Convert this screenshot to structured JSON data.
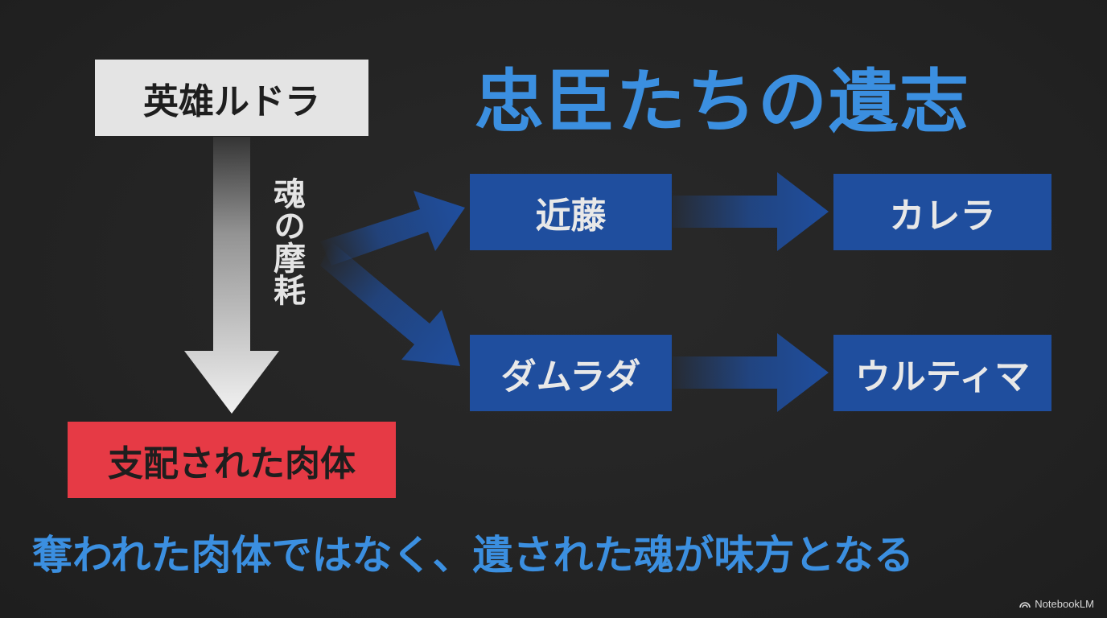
{
  "title": "忠臣たちの遺志",
  "hero": {
    "label": "英雄ルドラ"
  },
  "controlled_body": {
    "label": "支配された肉体"
  },
  "erosion_label": "魂の摩耗",
  "retainers": [
    {
      "label": "近藤",
      "successor": "カレラ"
    },
    {
      "label": "ダムラダ",
      "successor": "ウルティマ"
    }
  ],
  "message": "奪われた肉体ではなく、遺された魂が味方となる",
  "branding": {
    "label": "NotebookLM",
    "icon": "notebooklm-logo-icon"
  },
  "colors": {
    "background": "#232323",
    "accent_blue": "#3b8fe0",
    "box_blue": "#1f4e9e",
    "box_red": "#e63a45",
    "box_light": "#e4e4e4",
    "arrow_white": "#ededed"
  }
}
